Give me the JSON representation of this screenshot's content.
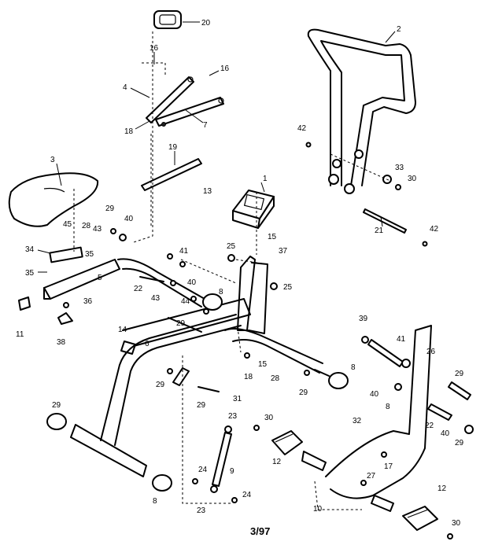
{
  "callouts": [
    {
      "id": "c20",
      "text": "20"
    },
    {
      "id": "c2",
      "text": "2"
    },
    {
      "id": "c16a",
      "text": "16"
    },
    {
      "id": "c16b",
      "text": "16"
    },
    {
      "id": "c4",
      "text": "4"
    },
    {
      "id": "c18a",
      "text": "18"
    },
    {
      "id": "c7",
      "text": "7"
    },
    {
      "id": "c42a",
      "text": "42"
    },
    {
      "id": "c3",
      "text": "3"
    },
    {
      "id": "c19",
      "text": "19"
    },
    {
      "id": "c13",
      "text": "13"
    },
    {
      "id": "c1",
      "text": "1"
    },
    {
      "id": "c33",
      "text": "33"
    },
    {
      "id": "c30a",
      "text": "30"
    },
    {
      "id": "c21",
      "text": "21"
    },
    {
      "id": "c42b",
      "text": "42"
    },
    {
      "id": "c29a",
      "text": "29"
    },
    {
      "id": "c40a",
      "text": "40"
    },
    {
      "id": "c45",
      "text": "45"
    },
    {
      "id": "c28a",
      "text": "28"
    },
    {
      "id": "c43a",
      "text": "43"
    },
    {
      "id": "c34",
      "text": "34"
    },
    {
      "id": "c35a",
      "text": "35"
    },
    {
      "id": "c35b",
      "text": "35"
    },
    {
      "id": "c5",
      "text": "5"
    },
    {
      "id": "c41a",
      "text": "41"
    },
    {
      "id": "c25a",
      "text": "25"
    },
    {
      "id": "c15a",
      "text": "15"
    },
    {
      "id": "c37",
      "text": "37"
    },
    {
      "id": "c40b",
      "text": "40"
    },
    {
      "id": "c25b",
      "text": "25"
    },
    {
      "id": "c22a",
      "text": "22"
    },
    {
      "id": "c43b",
      "text": "43"
    },
    {
      "id": "c44",
      "text": "44"
    },
    {
      "id": "c8a",
      "text": "8"
    },
    {
      "id": "c36",
      "text": "36"
    },
    {
      "id": "c29b",
      "text": "29"
    },
    {
      "id": "c11",
      "text": "11"
    },
    {
      "id": "c38",
      "text": "38"
    },
    {
      "id": "c14",
      "text": "14"
    },
    {
      "id": "c6",
      "text": "6"
    },
    {
      "id": "c15b",
      "text": "15"
    },
    {
      "id": "c18b",
      "text": "18"
    },
    {
      "id": "c28b",
      "text": "28"
    },
    {
      "id": "c8b",
      "text": "8"
    },
    {
      "id": "c29c",
      "text": "29"
    },
    {
      "id": "c29d",
      "text": "29"
    },
    {
      "id": "c39",
      "text": "39"
    },
    {
      "id": "c41b",
      "text": "41"
    },
    {
      "id": "c26",
      "text": "26"
    },
    {
      "id": "c29e",
      "text": "29"
    },
    {
      "id": "c40c",
      "text": "40"
    },
    {
      "id": "c8c",
      "text": "8"
    },
    {
      "id": "c29f",
      "text": "29"
    },
    {
      "id": "c31",
      "text": "31"
    },
    {
      "id": "c29g",
      "text": "29"
    },
    {
      "id": "c23a",
      "text": "23"
    },
    {
      "id": "c30b",
      "text": "30"
    },
    {
      "id": "c32",
      "text": "32"
    },
    {
      "id": "c22b",
      "text": "22"
    },
    {
      "id": "c40d",
      "text": "40"
    },
    {
      "id": "c29h",
      "text": "29"
    },
    {
      "id": "c12a",
      "text": "12"
    },
    {
      "id": "c9",
      "text": "9"
    },
    {
      "id": "c24a",
      "text": "24"
    },
    {
      "id": "c17",
      "text": "17"
    },
    {
      "id": "c27",
      "text": "27"
    },
    {
      "id": "c12b",
      "text": "12"
    },
    {
      "id": "c8d",
      "text": "8"
    },
    {
      "id": "c23b",
      "text": "23"
    },
    {
      "id": "c24b",
      "text": "24"
    },
    {
      "id": "c10",
      "text": "10"
    },
    {
      "id": "c30c",
      "text": "30"
    }
  ],
  "footer": {
    "page": "3/97"
  }
}
